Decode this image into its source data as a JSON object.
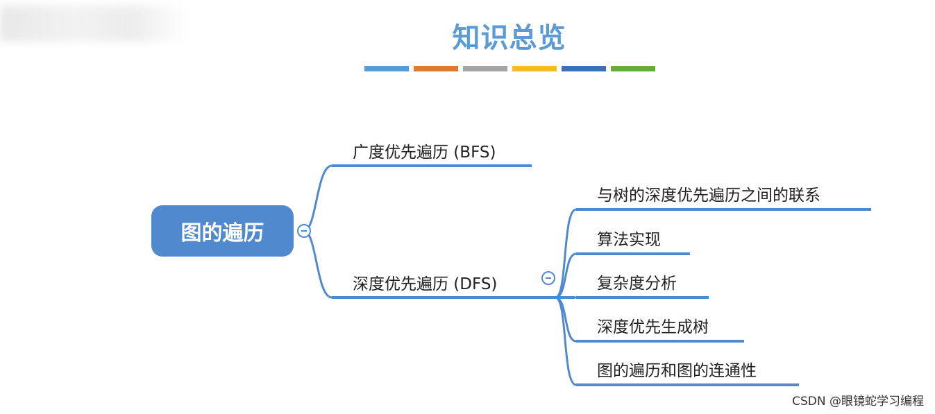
{
  "title": "知识总览",
  "stripe_colors": [
    "#5b9bd5",
    "#e07a2f",
    "#a5a5a5",
    "#f2bf1d",
    "#3f6fb8",
    "#6aaa3a"
  ],
  "line_color": "#5189cf",
  "root": {
    "label": "图的遍历"
  },
  "branches": [
    {
      "label": "广度优先遍历 (BFS)",
      "children": []
    },
    {
      "label": "深度优先遍历 (DFS)",
      "children": [
        "与树的深度优先遍历之间的联系",
        "算法实现",
        "复杂度分析",
        "深度优先生成树",
        "图的遍历和图的连通性"
      ]
    }
  ],
  "watermark": "CSDN @眼镜蛇学习编程"
}
